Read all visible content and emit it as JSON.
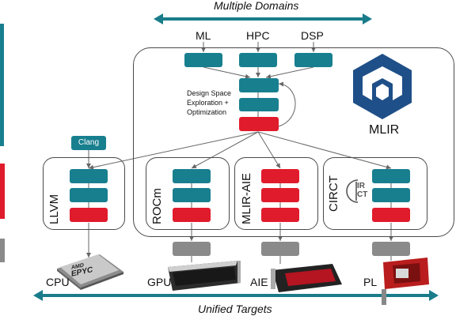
{
  "top_arrow_label": "Multiple Domains",
  "bottom_arrow_label": "Unified Targets",
  "domains": [
    "ML",
    "HPC",
    "DSP"
  ],
  "design_space_lines": [
    "Design Space",
    "Exploration +",
    "Optimization"
  ],
  "mlir_label": "MLIR",
  "clang_label": "Clang",
  "backends": [
    "LLVM",
    "ROCm",
    "MLIR-AIE",
    "CIRCT"
  ],
  "targets": [
    "CPU",
    "GPU",
    "AIE",
    "PL"
  ],
  "cpu_chip_text": [
    "AMD",
    "EPYC"
  ],
  "circt_logo_text": [
    "IR",
    "CT"
  ],
  "colors": {
    "teal": "#187f8f",
    "red": "#e01b2b",
    "gray": "#8a8a8a",
    "arrow_teal": "#1a7c8a",
    "mlir_logo": "#1f4f88"
  },
  "icons": [
    "mlir-logo-icon",
    "circt-logo-icon",
    "cpu-chip-icon",
    "gpu-card-icon",
    "aie-card-icon",
    "fpga-card-icon"
  ]
}
